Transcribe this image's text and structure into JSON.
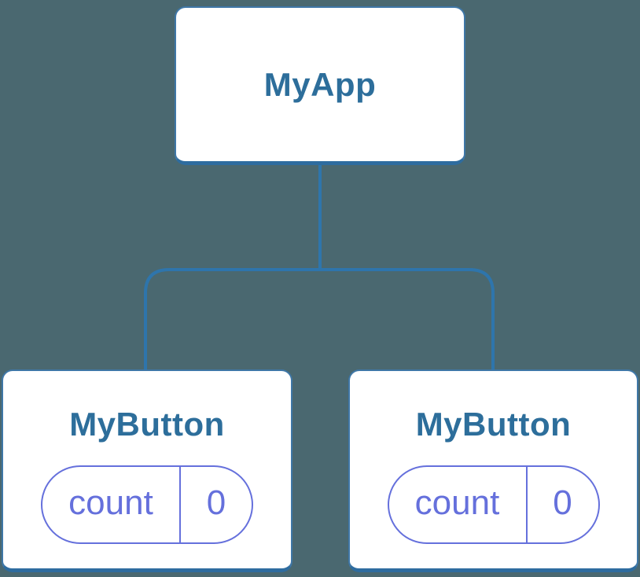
{
  "diagram": {
    "type": "component-tree",
    "colors": {
      "background": "#4A6870",
      "card_fill": "#FFFFFF",
      "card_border": "#3F77A7",
      "card_bottom_edge": "#2E6C9F",
      "connector": "#2E75AC",
      "component_name_text": "#2D6E9B",
      "state_pill": "#6570DC"
    },
    "root": {
      "label": "MyApp"
    },
    "children": [
      {
        "label": "MyButton",
        "state": {
          "key": "count",
          "value": "0"
        }
      },
      {
        "label": "MyButton",
        "state": {
          "key": "count",
          "value": "0"
        }
      }
    ]
  }
}
